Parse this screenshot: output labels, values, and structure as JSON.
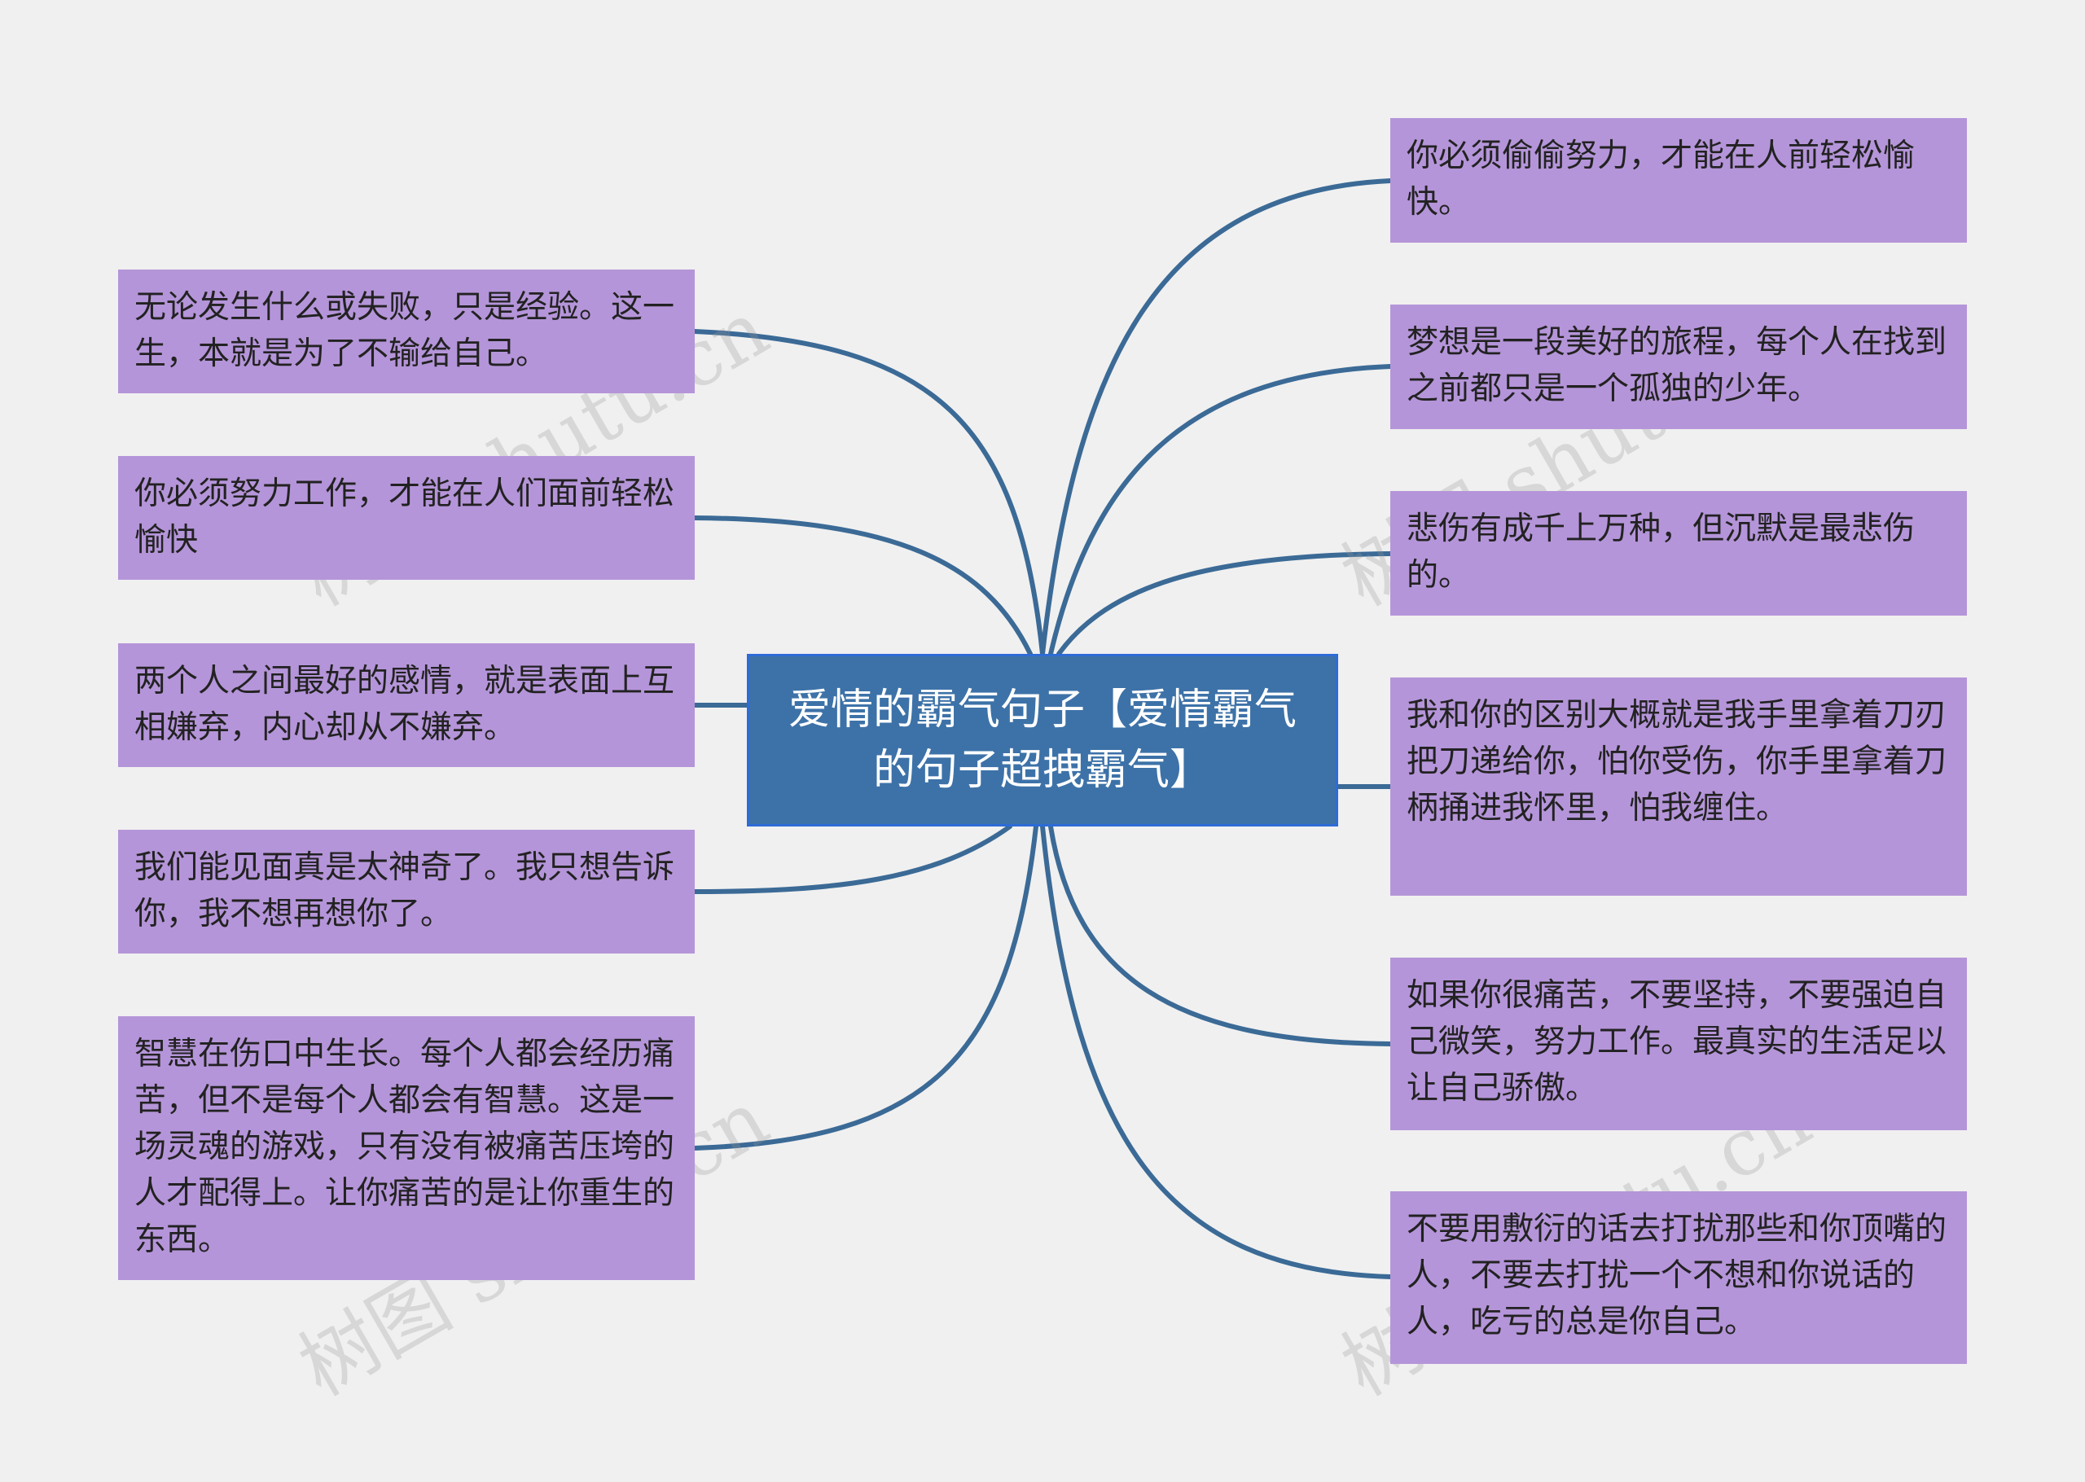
{
  "center": {
    "text": "爱情的霸气句子【爱情霸气的句子超拽霸气】"
  },
  "left_nodes": [
    {
      "text": "无论发生什么或失败，只是经验。这一生，本就是为了不输给自己。"
    },
    {
      "text": "你必须努力工作，才能在人们面前轻松愉快"
    },
    {
      "text": "两个人之间最好的感情，就是表面上互相嫌弃，内心却从不嫌弃。"
    },
    {
      "text": "我们能见面真是太神奇了。我只想告诉你，我不想再想你了。"
    },
    {
      "text": "智慧在伤口中生长。每个人都会经历痛苦，但不是每个人都会有智慧。这是一场灵魂的游戏，只有没有被痛苦压垮的人才配得上。让你痛苦的是让你重生的东西。"
    }
  ],
  "right_nodes": [
    {
      "text": "你必须偷偷努力，才能在人前轻松愉快。"
    },
    {
      "text": "梦想是一段美好的旅程，每个人在找到之前都只是一个孤独的少年。"
    },
    {
      "text": "悲伤有成千上万种，但沉默是最悲伤的。"
    },
    {
      "text": "我和你的区别大概就是我手里拿着刀刃把刀递给你，怕你受伤，你手里拿着刀柄捅进我怀里，怕我缠住。"
    },
    {
      "text": "如果你很痛苦，不要坚持，不要强迫自己微笑，努力工作。最真实的生活足以让自己骄傲。"
    },
    {
      "text": "不要用敷衍的话去打扰那些和你顶嘴的人，不要去打扰一个不想和你说话的人，吃亏的总是你自己。"
    }
  ],
  "watermark": "树图 shutu.cn",
  "colors": {
    "background": "#f0f0f0",
    "center_fill": "#3d72a8",
    "center_border": "#2d6bd6",
    "node_fill": "#b595d9",
    "link": "#3b6a96"
  }
}
